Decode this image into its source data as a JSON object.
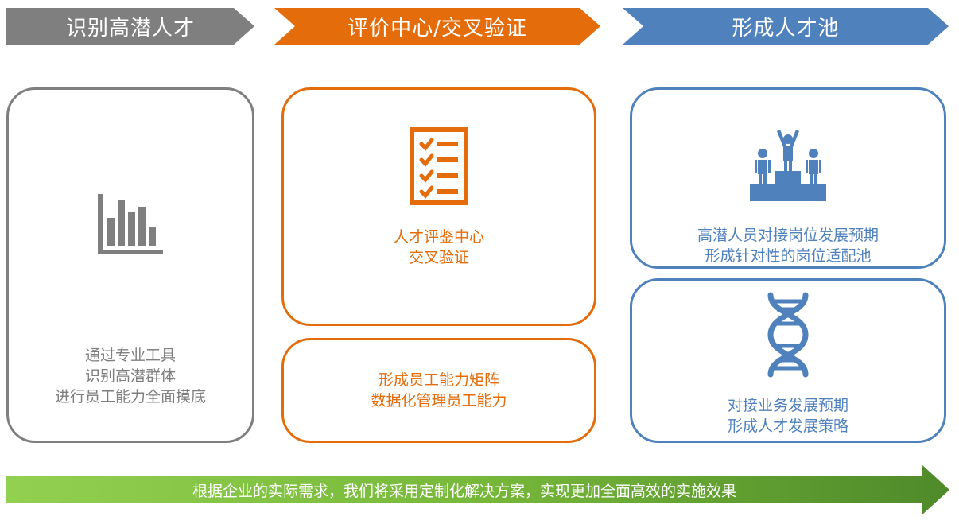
{
  "header": {
    "step1": "识别高潜人才",
    "step2": "评价中心/交叉验证",
    "step3": "形成人才池"
  },
  "left_panel": {
    "icon": "bar-chart-icon",
    "lines": [
      "通过专业工具",
      "识别高潜群体",
      "进行员工能力全面摸底"
    ]
  },
  "middle_top_panel": {
    "icon": "checklist-icon",
    "lines": [
      "人才评鉴中心",
      "交叉验证"
    ]
  },
  "middle_bottom_panel": {
    "lines": [
      "形成员工能力矩阵",
      "数据化管理员工能力"
    ]
  },
  "right_top_panel": {
    "icon": "podium-people-icon",
    "lines": [
      "高潜人员对接岗位发展预期",
      "形成针对性的岗位适配池"
    ]
  },
  "right_bottom_panel": {
    "icon": "dna-icon",
    "lines": [
      "对接业务发展预期",
      "形成人才发展策略"
    ]
  },
  "banner": {
    "text": "根据企业的实际需求，我们将采用定制化解决方案，实现更加全面高效的实施效果"
  },
  "colors": {
    "gray": "#7f7f7f",
    "orange": "#e46c0a",
    "blue": "#4f81bd",
    "green_start": "#92d050",
    "green_end": "#4f8a2a"
  }
}
